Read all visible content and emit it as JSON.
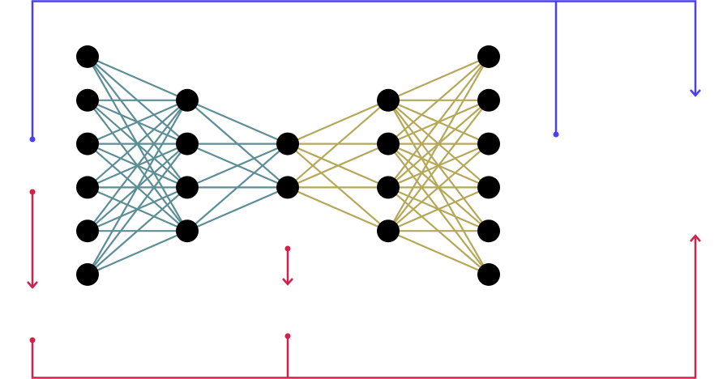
{
  "network": {
    "layer_sizes": [
      6,
      4,
      2,
      4,
      6
    ],
    "encoder_edge_color": "#5b8e96",
    "decoder_edge_color": "#b5a858",
    "node_color": "#000000"
  },
  "connectors": {
    "forward_color": "#4a3ff5",
    "backward_color": "#d0224a"
  }
}
